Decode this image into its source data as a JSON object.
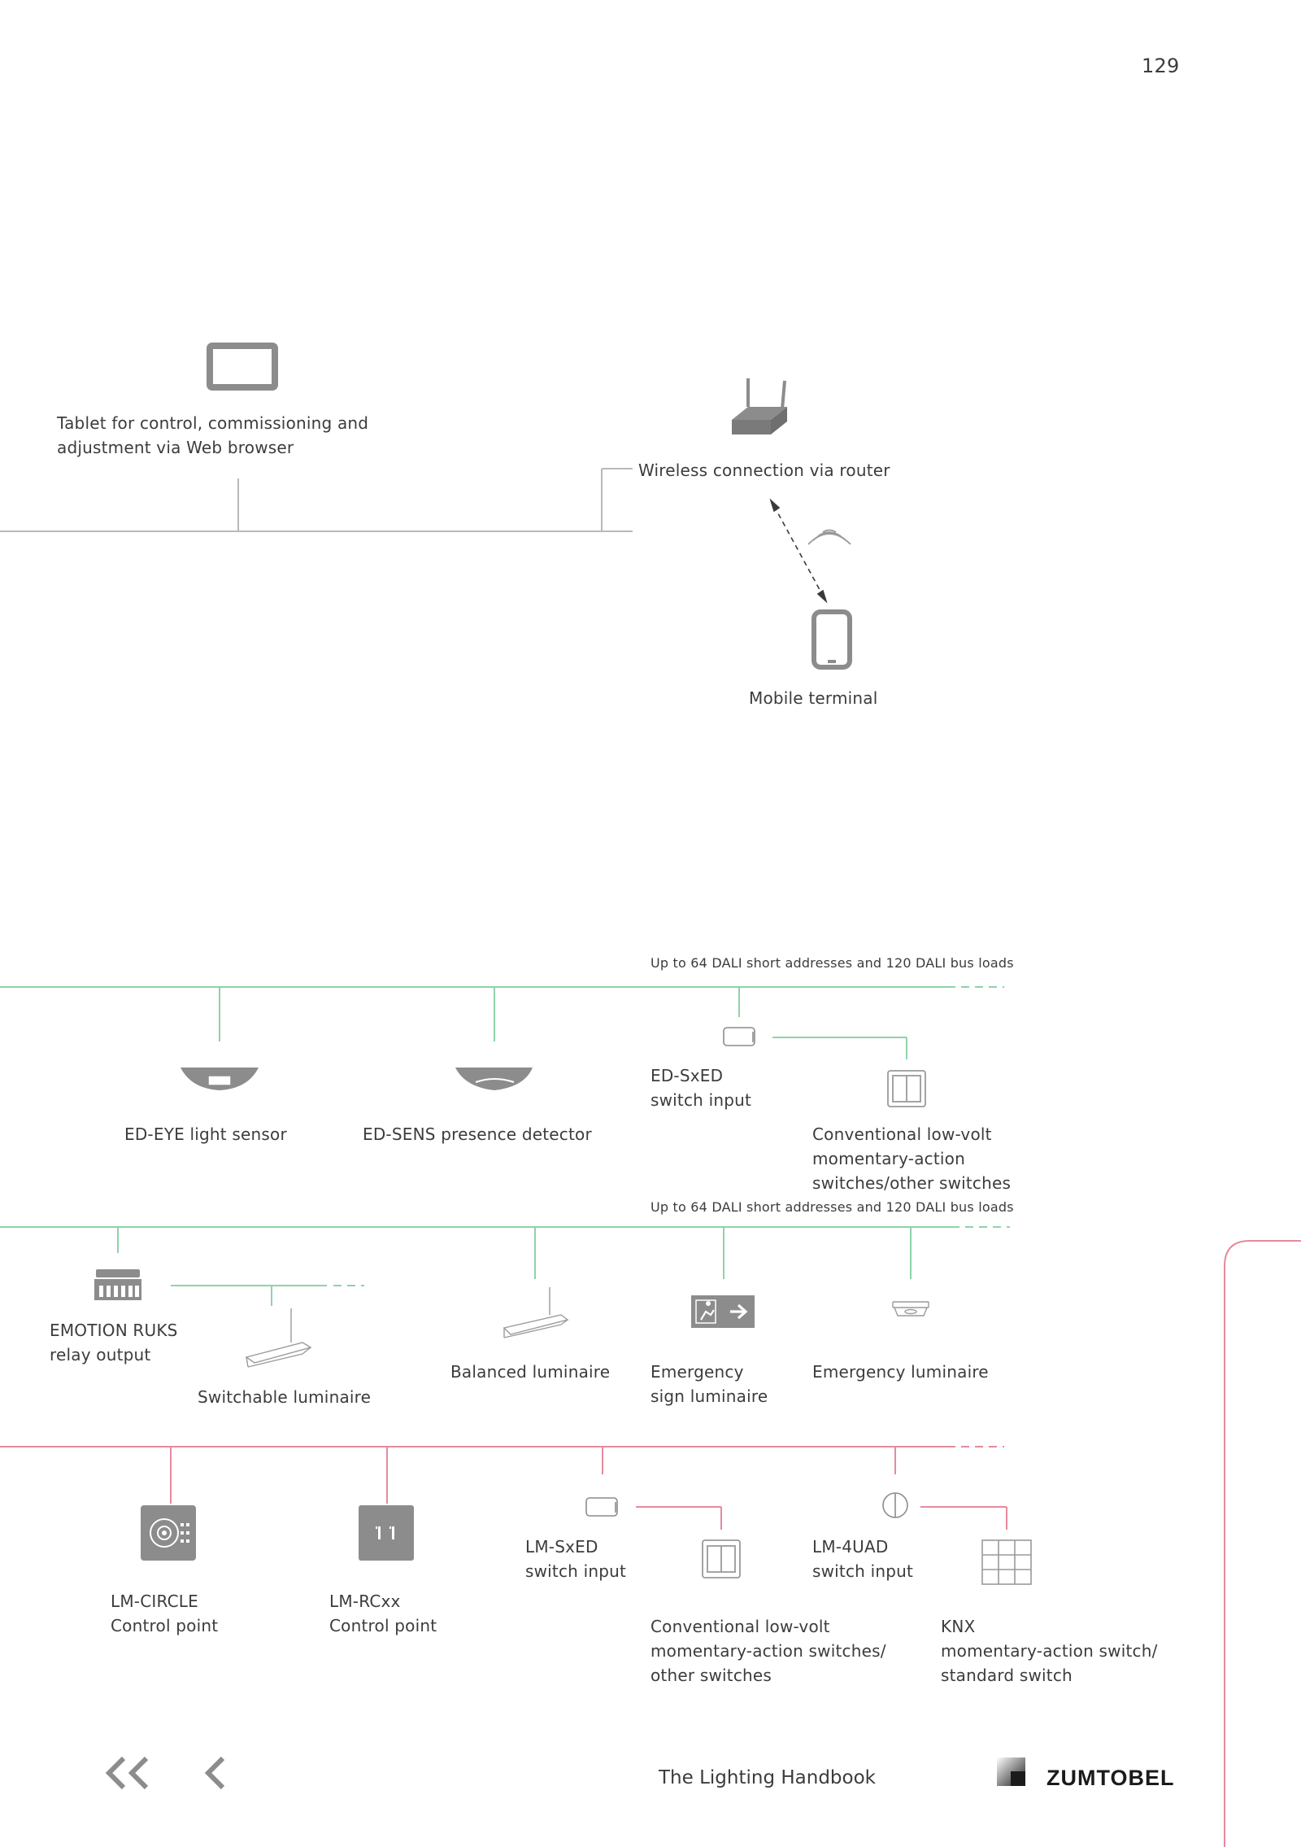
{
  "page_number": "129",
  "top": {
    "tablet_label": [
      "Tablet for control, commissioning and",
      "adjustment via Web browser"
    ],
    "router_label": "Wireless connection via router",
    "mobile_label": "Mobile terminal"
  },
  "bus1": {
    "capacity_note": "Up to 64 DALI short addresses and 120 DALI bus loads",
    "devices": {
      "eye": "ED-EYE light sensor",
      "sens": "ED-SENS presence detector",
      "sxed": [
        "ED-SxED",
        "switch input"
      ],
      "switches": [
        "Conventional low-volt",
        "momentary-action",
        "switches/other switches"
      ]
    }
  },
  "bus2": {
    "capacity_note": "Up to 64 DALI short addresses and 120 DALI bus loads",
    "devices": {
      "ruks": [
        "EMOTION RUKS",
        "relay output"
      ],
      "switchable": "Switchable luminaire",
      "balanced": "Balanced luminaire",
      "emergency_sign": [
        "Emergency",
        "sign luminaire"
      ],
      "emergency": "Emergency luminaire"
    }
  },
  "bus3": {
    "devices": {
      "circle": [
        "LM-CIRCLE",
        "Control point"
      ],
      "rcxx": [
        "LM-RCxx",
        "Control point"
      ],
      "lm_sxed": [
        "LM-SxED",
        "switch input"
      ],
      "lm_4uad": [
        "LM-4UAD",
        "switch input"
      ],
      "conv_switches": [
        "Conventional low-volt",
        "momentary-action switches/",
        "other switches"
      ],
      "knx": [
        "KNX",
        "momentary-action switch/",
        "standard switch"
      ]
    }
  },
  "footer": {
    "title": "The Lighting Handbook",
    "brand": "ZUMTOBEL",
    "nav": [
      "first-page",
      "previous-page"
    ]
  },
  "colors": {
    "network": "#b9b9b9",
    "dali_bus": "#8fd3a8",
    "lm_bus": "#e58a9c",
    "device_fill": "#8c8c8c",
    "text": "#3c3c3c"
  }
}
